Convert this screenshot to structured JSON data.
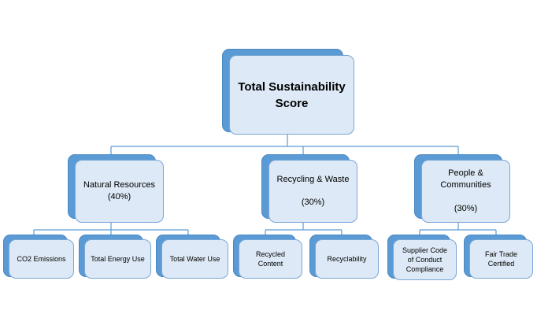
{
  "diagram": {
    "root": {
      "label": "Total Sustainability\nScore"
    },
    "categories": [
      {
        "label": "Natural Resources\n(40%)",
        "children": [
          "CO2 Emissions",
          "Total Energy Use",
          "Total Water Use"
        ]
      },
      {
        "label": "Recycling & Waste\n\n(30%)",
        "children": [
          "Recycled\nContent",
          "Recyclability"
        ]
      },
      {
        "label": "People &\nCommunities\n\n(30%)",
        "children": [
          "Supplier Code\nof Conduct\nCompliance",
          "Fair Trade\nCertified"
        ]
      }
    ],
    "colors": {
      "box_fill": "#dde9f6",
      "box_border": "#7aa7d6",
      "shadow_fill": "#5b9bd5",
      "connector": "#5b9bd5"
    }
  }
}
